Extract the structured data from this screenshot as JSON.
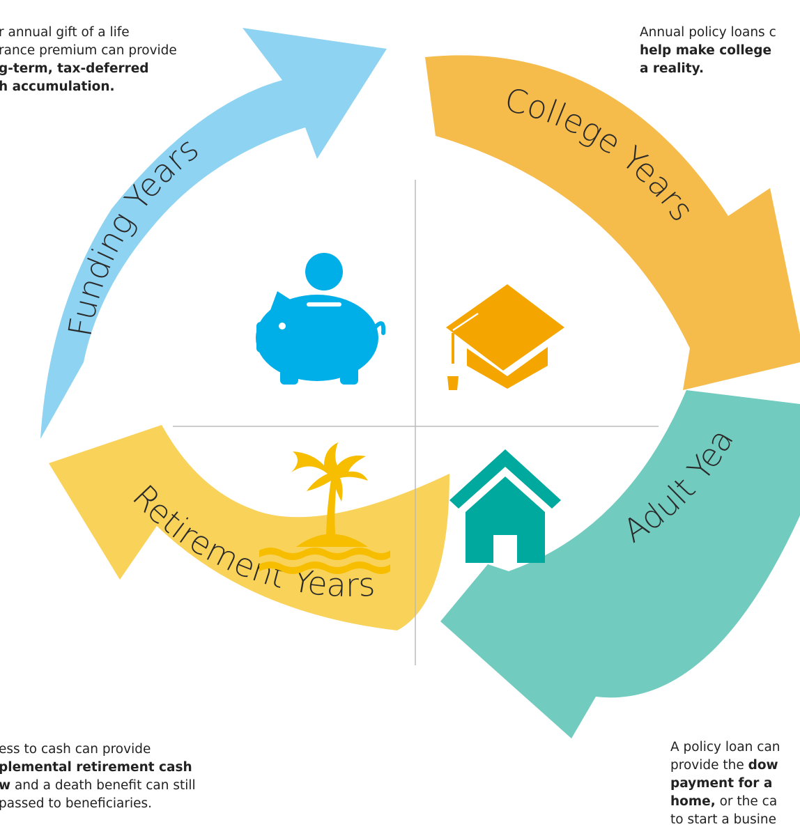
{
  "diagram": {
    "stages": [
      {
        "id": "funding",
        "label": "Funding Years",
        "color": "#8fd3f2",
        "icon": "piggy-bank-icon"
      },
      {
        "id": "college",
        "label": "College Years",
        "color": "#f5bc4c",
        "icon": "graduation-cap-icon"
      },
      {
        "id": "adult",
        "label": "Adult Years",
        "color": "#72cbbf",
        "icon": "house-icon"
      },
      {
        "id": "retirement",
        "label": "Retirement Years",
        "color": "#f9d25a",
        "icon": "palm-island-icon"
      }
    ],
    "icon_colors": {
      "piggy": "#00aee8",
      "cap": "#f4a500",
      "house": "#00a99d",
      "palm": "#f7be00"
    }
  },
  "notes": {
    "funding": {
      "l1": "r annual gift of a life",
      "l2": "rance premium can provide",
      "l3": "g-term, tax-deferred",
      "l4": "h accumulation."
    },
    "college": {
      "l1": "Annual policy loans c",
      "l2": "help make college",
      "l3": "a reality."
    },
    "adult": {
      "l1": "A policy loan can",
      "l2_a": "provide the ",
      "l2_b": "dow",
      "l3": "payment for a",
      "l4_a": "home,",
      "l4_b": " or the ca",
      "l5": "to start a busine"
    },
    "retirement": {
      "l1": "ess to cash can provide",
      "l2": "plemental retirement cash",
      "l3_a": "w",
      "l3_b": " and a death benefit can still",
      "l4": "passed to beneficiaries."
    }
  }
}
